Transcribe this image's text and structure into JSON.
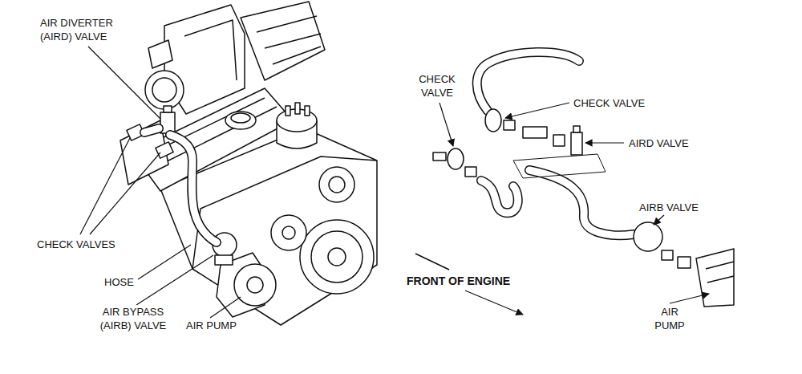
{
  "diagram": {
    "labels": [
      "AIR DIVERTER (AIRD) VALVE",
      "CHECK VALVES",
      "HOSE",
      "AIR BYPASS (AIRB) VALVE",
      "AIR PUMP",
      "CHECK VALVE",
      "CHECK VALVE",
      "AIRD VALVE",
      "AIRB VALVE",
      "FRONT OF ENGINE",
      "AIR PUMP"
    ]
  }
}
